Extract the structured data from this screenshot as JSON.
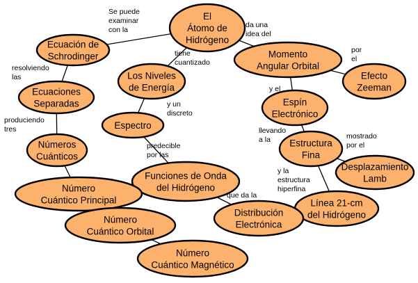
{
  "nodes": {
    "atomo": [
      "El",
      "Átomo de",
      "Hidrógeno"
    ],
    "schrodinger": [
      "Ecuación de",
      "Schrodinger"
    ],
    "niveles": [
      "Los Niveles",
      "de Energía"
    ],
    "momento": [
      "Momento",
      "Angular Orbital"
    ],
    "zeeman": [
      "Efecto",
      "Zeeman"
    ],
    "separadas": [
      "Ecuaciones",
      "Separadas"
    ],
    "espectro": [
      "Espectro"
    ],
    "espin": [
      "Espín",
      "Electrónico"
    ],
    "cuanticos": [
      "Números",
      "Cuánticos"
    ],
    "funciones": [
      "Funciones de Onda",
      "del Hidrógeno"
    ],
    "fina": [
      "Estructura",
      "Fina"
    ],
    "lamb": [
      "Desplazamiento",
      "Lamb"
    ],
    "principal": [
      "Número",
      "Cuántico Principal"
    ],
    "linea21": [
      "Línea 21-cm",
      "del Hidrógeno"
    ],
    "distribucion": [
      "Distribución",
      "Electrónica"
    ],
    "orbital": [
      "Número",
      "Cuántico Orbital"
    ],
    "magnetico": [
      "Número",
      "Cuántico Magnético"
    ]
  },
  "edge_labels": {
    "se_puede": [
      "Se puede",
      "examinar",
      "con la"
    ],
    "da_una": [
      "da una",
      "idea del"
    ],
    "tiene": [
      "tiene",
      "cuantizado"
    ],
    "por_el": [
      "por",
      "el"
    ],
    "resolviendo": [
      "resolviendo",
      "las"
    ],
    "y_el": [
      "y el"
    ],
    "y_un": [
      "y un",
      "discreto"
    ],
    "produciendo": [
      "produciendo",
      "tres"
    ],
    "llevando": [
      "llevando",
      "a la"
    ],
    "mostrado": [
      "mostrado",
      "por el"
    ],
    "predecible": [
      "predecible",
      "por las"
    ],
    "estructura_hiper": [
      "y la",
      "estructura",
      "hiperfina"
    ],
    "que_da": [
      "que da la"
    ]
  }
}
